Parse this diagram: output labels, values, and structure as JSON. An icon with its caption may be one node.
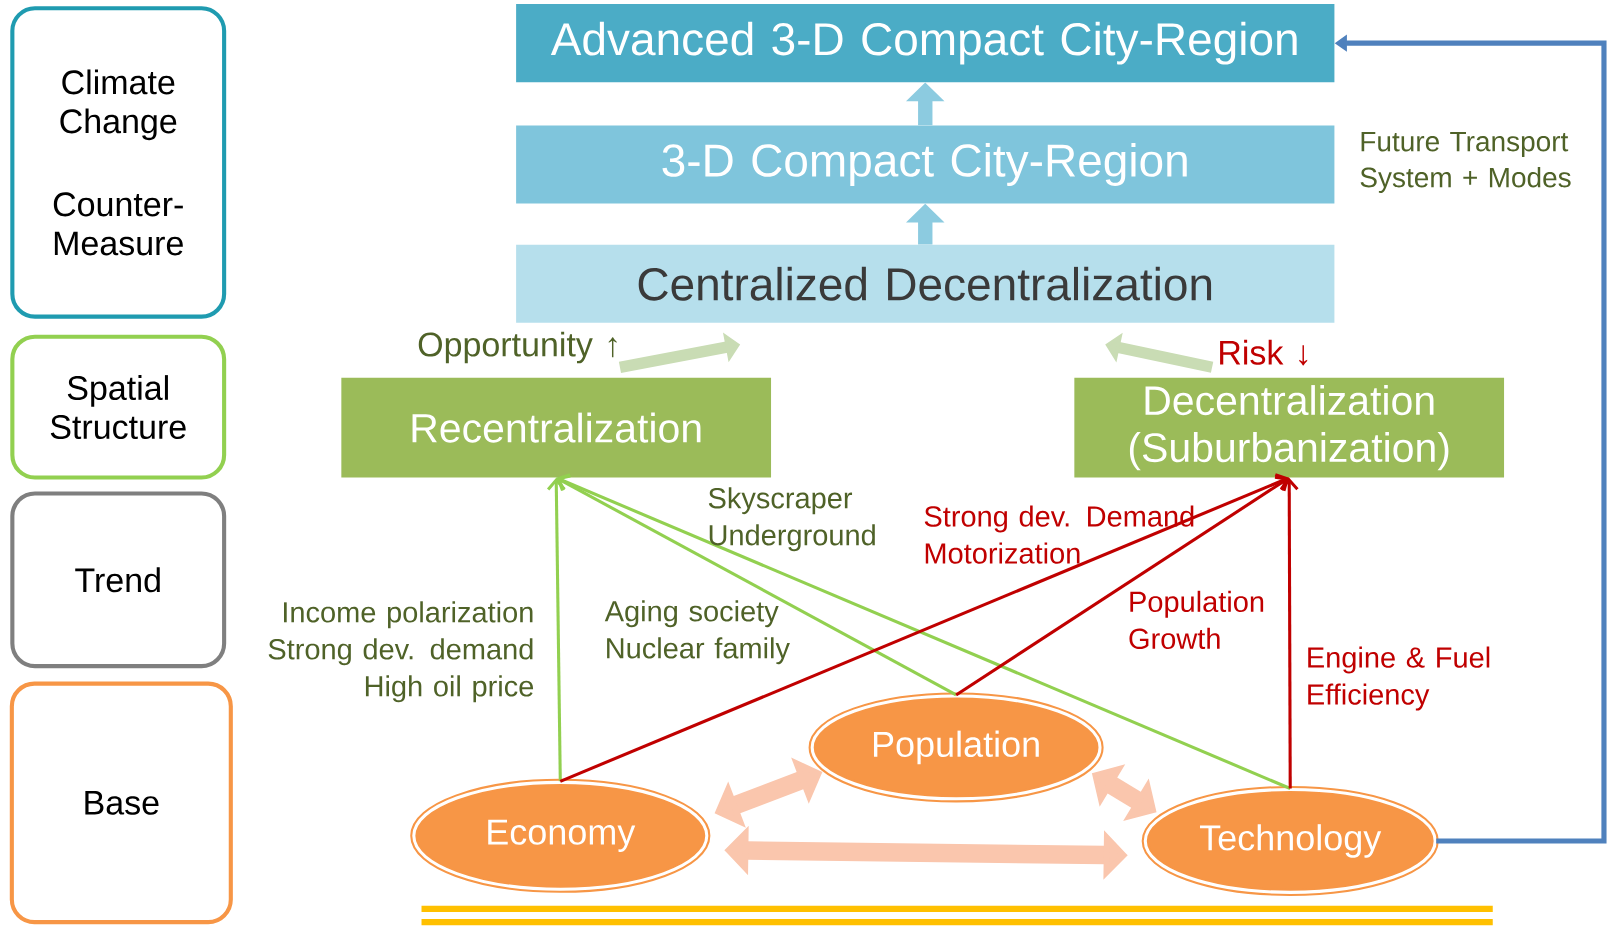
{
  "diagram": {
    "nodes": [
      {
        "text": [
          "Climate Change",
          "Counter-Measure"
        ]
      },
      {
        "text": [
          "Spatial Structure"
        ]
      },
      {
        "text": [
          "Trend"
        ]
      },
      {
        "text": [
          "Base"
        ]
      },
      {
        "text": [
          "Advanced 3-D Compact City-Region"
        ]
      },
      {
        "text": [
          "3-D Compact City-Region"
        ]
      },
      {
        "text": [
          "Centralized Decentralization"
        ]
      },
      {
        "text": [
          "Recentralization"
        ]
      },
      {
        "text": [
          "Decentralization (Suburbanization)"
        ]
      },
      {
        "text": [
          "Population"
        ]
      },
      {
        "text": [
          "Economy"
        ]
      },
      {
        "text": [
          "Technology"
        ]
      }
    ],
    "edges": [
      {
        "from": 6,
        "to": 5,
        "arrow": "to",
        "style": "thick",
        "color": "#8ccbe0"
      },
      {
        "from": 5,
        "to": 4,
        "arrow": "to",
        "style": "thick",
        "color": "#8ccbe0"
      },
      {
        "from": 7,
        "to": 6,
        "arrow": "to",
        "style": "thick",
        "color": "#c9dcb4"
      },
      {
        "from": 8,
        "to": 6,
        "arrow": "to",
        "style": "thick",
        "color": "#c9dcb4"
      },
      {
        "from": 10,
        "to": 7,
        "arrow": "to",
        "color": "#92d050"
      },
      {
        "from": 9,
        "to": 7,
        "arrow": "to",
        "color": "#92d050"
      },
      {
        "from": 11,
        "to": 7,
        "arrow": "to",
        "color": "#92d050"
      },
      {
        "from": 10,
        "to": 8,
        "arrow": "to",
        "color": "#c00000"
      },
      {
        "from": 9,
        "to": 8,
        "arrow": "to",
        "color": "#c00000"
      },
      {
        "from": 11,
        "to": 8,
        "arrow": "to",
        "color": "#c00000"
      },
      {
        "from": 10,
        "to": 9,
        "arrow": "both",
        "style": "thick",
        "color": "#fac6ad"
      },
      {
        "from": 9,
        "to": 11,
        "arrow": "both",
        "style": "thick",
        "color": "#fac6ad"
      },
      {
        "from": 10,
        "to": 11,
        "arrow": "both",
        "style": "thick",
        "color": "#fac6ad"
      },
      {
        "from": 11,
        "to": 4,
        "arrow": "to",
        "color": "#4f81bd"
      }
    ],
    "labels": [
      "Opportunity ↑",
      "Risk ↓",
      "Future Transport System + Modes",
      "Skyscraper Underground",
      "Strong dev. Demand Motorization",
      "Income polarization Strong dev. demand High oil price",
      "Aging society Nuclear family",
      "Population Growth",
      "Engine & Fuel Efficiency"
    ]
  }
}
